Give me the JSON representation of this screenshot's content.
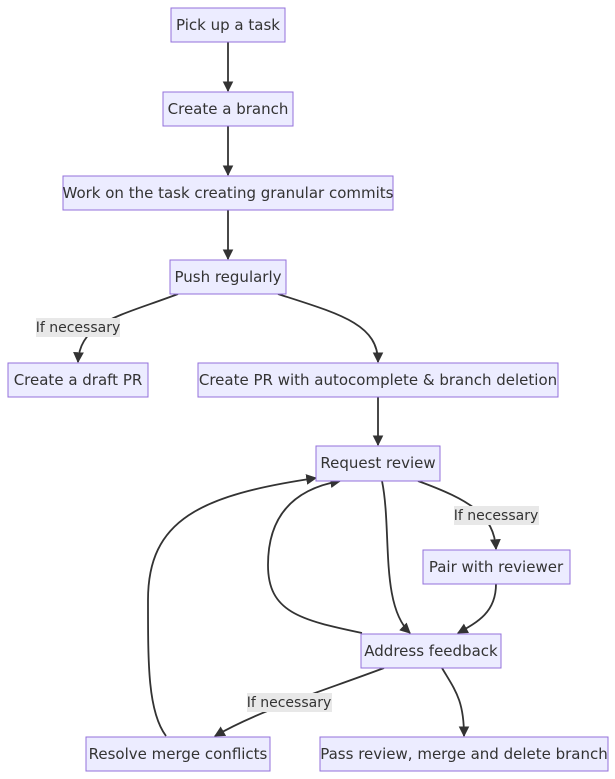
{
  "nodes": {
    "pick_task": "Pick up a task",
    "create_branch": "Create a branch",
    "work_task": "Work on the task creating granular commits",
    "push_regularly": "Push regularly",
    "draft_pr": "Create a draft PR",
    "create_pr": "Create PR with autocomplete & branch deletion",
    "request_review": "Request review",
    "pair_reviewer": "Pair with reviewer",
    "address_feedback": "Address feedback",
    "resolve_conflicts": "Resolve merge conflicts",
    "pass_review": "Pass review, merge and delete branch"
  },
  "edge_labels": {
    "push_to_draft": "If necessary",
    "review_to_pair": "If necessary",
    "feedback_to_conflicts": "If necessary"
  },
  "colors": {
    "node_fill": "#ECECFF",
    "node_stroke": "#9370DB",
    "edge": "#333333",
    "label_bg": "#e8e8e8"
  }
}
